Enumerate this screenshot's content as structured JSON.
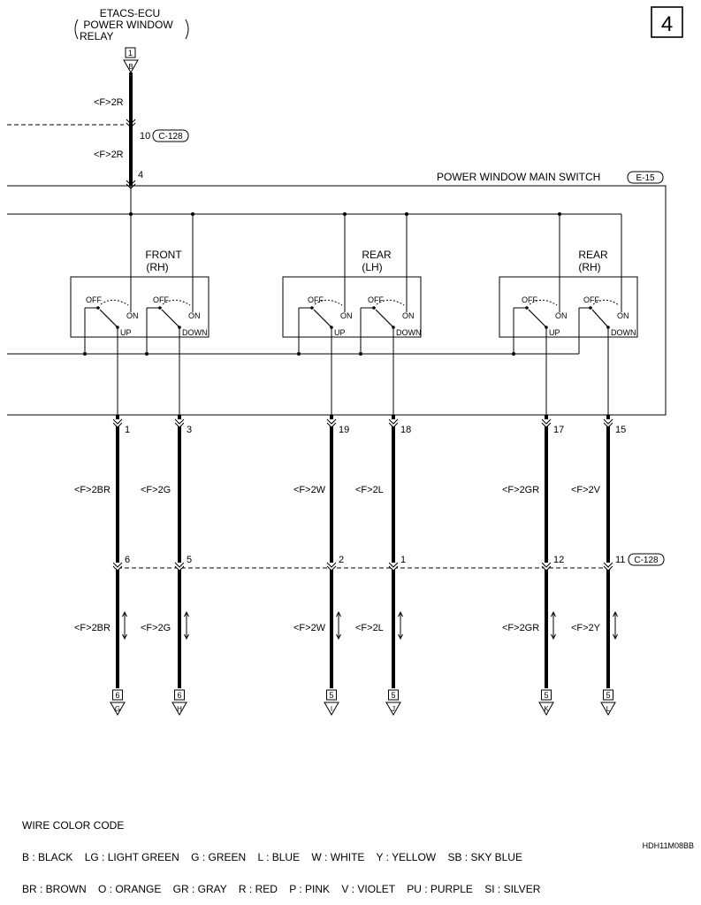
{
  "page_number": "4",
  "ecu": {
    "line1": "ETACS-ECU",
    "line2": "POWER WINDOW",
    "line3": "RELAY",
    "pin_box": "1",
    "pin_letter": "B"
  },
  "top_wire": {
    "label1": "<F>2R",
    "label2": "<F>2R",
    "conn_pin": "10",
    "conn_name": "C-128",
    "switch_pin": "4"
  },
  "switch": {
    "title": "POWER WINDOW MAIN SWITCH",
    "conn": "E-15"
  },
  "groups": [
    {
      "line1": "FRONT",
      "line2": "(RH)"
    },
    {
      "line1": "REAR",
      "line2": "(LH)"
    },
    {
      "line1": "REAR",
      "line2": "(RH)"
    }
  ],
  "switch_labels": {
    "off": "OFF",
    "on": "ON",
    "up": "UP",
    "down": "DOWN"
  },
  "wires": [
    {
      "pin_top": "1",
      "color1": "<F>2BR",
      "pin_mid": "6",
      "color2": "<F>2BR",
      "box": "6",
      "letter": "G"
    },
    {
      "pin_top": "3",
      "color1": "<F>2G",
      "pin_mid": "5",
      "color2": "<F>2G",
      "box": "6",
      "letter": "H"
    },
    {
      "pin_top": "19",
      "color1": "<F>2W",
      "pin_mid": "2",
      "color2": "<F>2W",
      "box": "5",
      "letter": "I"
    },
    {
      "pin_top": "18",
      "color1": "<F>2L",
      "pin_mid": "1",
      "color2": "<F>2L",
      "box": "5",
      "letter": "J"
    },
    {
      "pin_top": "17",
      "color1": "<F>2GR",
      "pin_mid": "12",
      "color2": "<F>2GR",
      "box": "5",
      "letter": "K"
    },
    {
      "pin_top": "15",
      "color1": "<F>2V",
      "pin_mid": "11",
      "color2": "<F>2Y",
      "box": "5",
      "letter": "L"
    }
  ],
  "mid_connector": "C-128",
  "legend": {
    "title": "WIRE COLOR CODE",
    "line1": "B : BLACK    LG : LIGHT GREEN    G : GREEN    L : BLUE    W : WHITE    Y : YELLOW    SB : SKY BLUE",
    "line2": "BR : BROWN    O : ORANGE    GR : GRAY    R : RED    P : PINK    V : VIOLET    PU : PURPLE    SI : SILVER"
  },
  "figure_id": "HDH11M08BB"
}
